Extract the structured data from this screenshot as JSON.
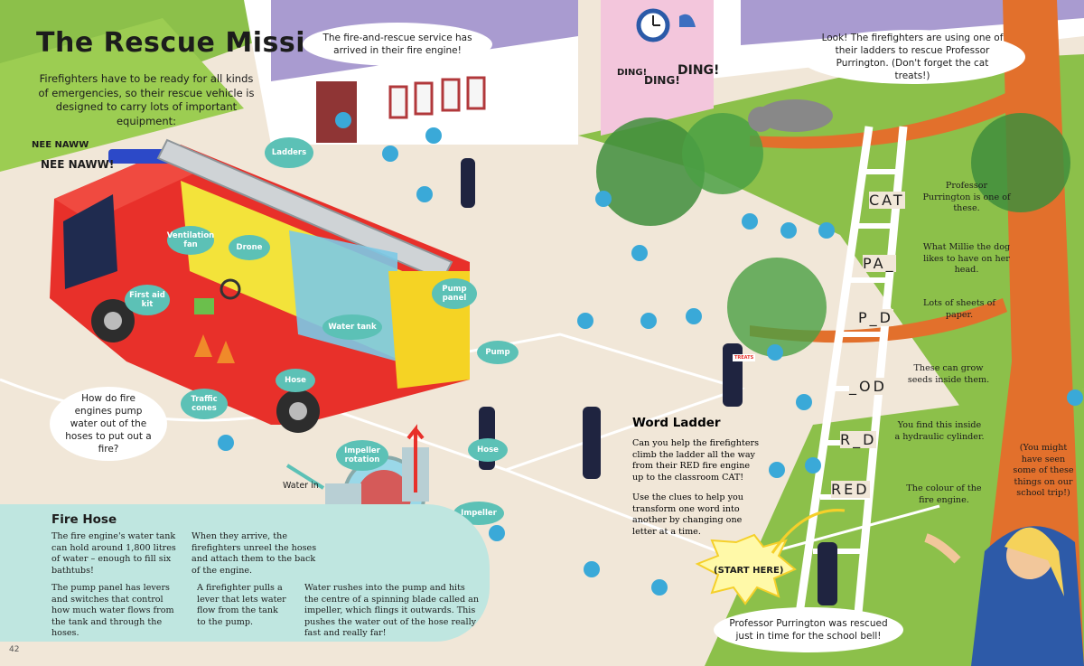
{
  "page_title": "The Rescue Mission",
  "intro": "Firefighters have to be ready for all kinds of emergencies, so their rescue vehicle is designed to carry lots of important equipment:",
  "sirens": [
    "NEE NAWW",
    "NEE NAWW!"
  ],
  "ding_ding": [
    "DING!",
    "DING!",
    "DING!"
  ],
  "speech": {
    "arrived": "The fire-and-rescue service has arrived in their fire engine!",
    "look": "Look! The firefighters are using one of their ladders to rescue Professor Purrington. (Don't forget the cat treats!)",
    "question": "How do fire engines pump water out of the hoses to put out a fire?",
    "rescued": "Professor Purrington was rescued just in time for the school bell!",
    "start": "(START HERE)",
    "trip_hint": "(You might have seen some of these things on our school trip!)"
  },
  "labels": {
    "ladders": "Ladders",
    "ventilation_fan": "Ventilation fan",
    "drone": "Drone",
    "first_aid_kit": "First aid kit",
    "pump_panel": "Pump panel",
    "water_tank": "Water tank",
    "pump": "Pump",
    "hose_truck": "Hose",
    "traffic_cones": "Traffic cones",
    "impeller_rotation": "Impeller rotation",
    "hose_pump": "Hose",
    "impeller": "Impeller",
    "water_in": "Water in",
    "treats": "TREATS"
  },
  "fire_hose": {
    "title": "Fire Hose",
    "p1": "The fire engine's water tank can hold around 1,800 litres of water – enough to fill six bathtubs!",
    "p2": "When they arrive, the firefighters unreel the hoses and attach them to the back of the engine.",
    "p3": "The pump panel has levers and switches that control how much water flows from the tank and through the hoses.",
    "p4": "A firefighter pulls a lever that lets water flow from the tank to the pump.",
    "p5": "Water rushes into the pump and hits the centre of a spinning blade called an impeller, which flings it outwards. This pushes the water out of the hose really fast and really far!"
  },
  "word_ladder": {
    "title": "Word Ladder",
    "p1": "Can you help the firefighters climb the ladder all the way from their RED fire engine up to the classroom CAT!",
    "p2": "Use the clues to help you transform one word into another by changing one letter at a time.",
    "rungs": [
      "CAT",
      "PA_",
      "P_D",
      "_OD",
      "R_D",
      "RED"
    ],
    "clues": [
      "Professor Purrington is one of these.",
      "What Millie the dog likes to have on her head.",
      "Lots of sheets of paper.",
      "These can grow seeds inside them.",
      "You find this inside a hydraulic cylinder.",
      "The colour of the fire engine."
    ]
  },
  "page_number": "42",
  "colors": {
    "fire_engine_red": "#e8302a",
    "label_teal": "#5cc1b6",
    "panel_teal": "#bfe6e0",
    "grass": "#8cc04a",
    "tree_orange": "#e2702c"
  }
}
